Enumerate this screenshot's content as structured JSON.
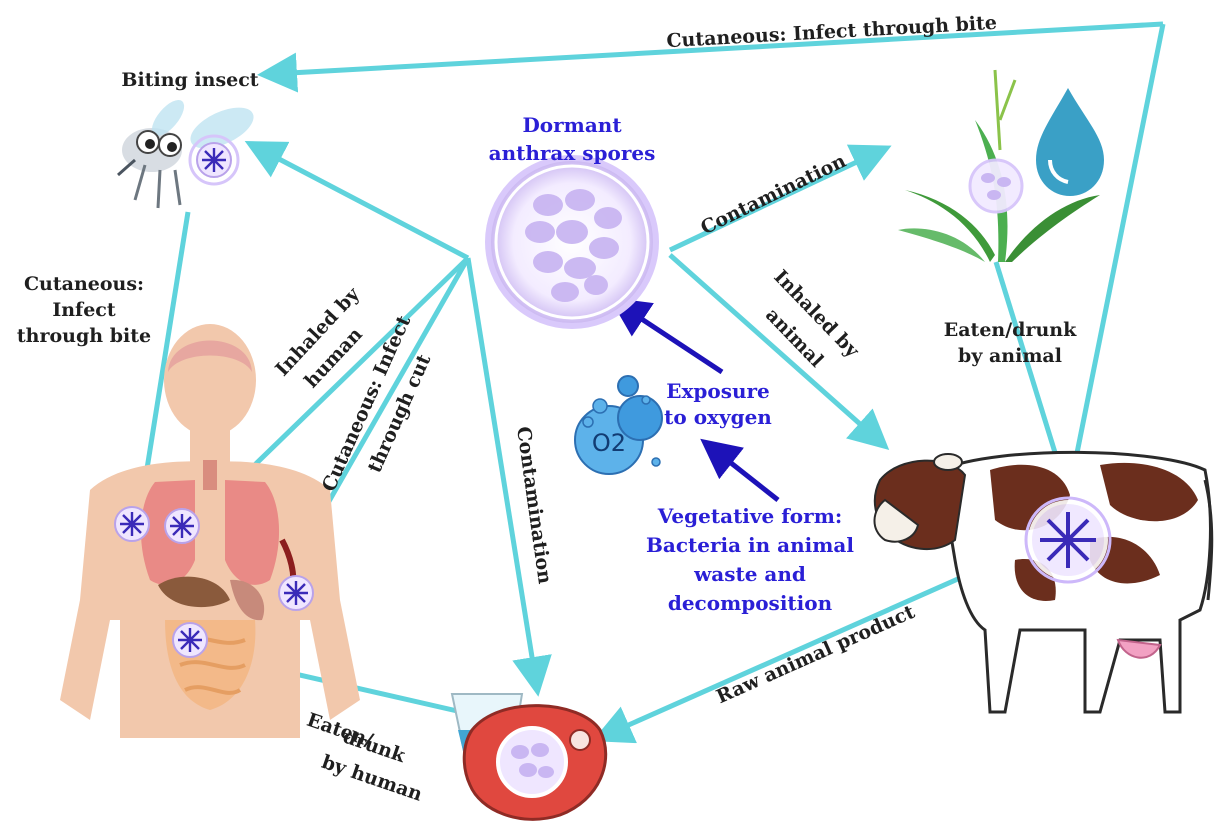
{
  "labels": {
    "biting_insect": "Biting insect",
    "cutaneous_bite_top": "Cutaneous: Infect through bite",
    "dormant_line1": "Dormant",
    "dormant_line2": "anthrax spores",
    "contamination_top": "Contamination",
    "cutaneous_left_line1": "Cutaneous:",
    "cutaneous_left_line2": "Infect",
    "cutaneous_left_line3": "through bite",
    "inhaled_human_line1": "Inhaled by",
    "inhaled_human_line2": "human",
    "cut_line1": "Cutaneous: Infect",
    "cut_line2": "through cut",
    "contamination_vertical": "Contamination",
    "inhaled_animal_line1": "Inhaled by",
    "inhaled_animal_line2": "animal",
    "eaten_animal_line1": "Eaten/drunk",
    "eaten_animal_line2": "by animal",
    "exposure_line1": "Exposure",
    "exposure_line2": "to oxygen",
    "o2": "O2",
    "veg_line1": "Vegetative form:",
    "veg_line2": "Bacteria in animal",
    "veg_line3": "waste and",
    "veg_line4": "decomposition",
    "raw_product": "Raw animal product",
    "eaten_human_line1": "Eaten/",
    "eaten_human_line2": "drunk",
    "eaten_human_line3": "by human"
  },
  "colors": {
    "cyan_arrow": "#5fd3dc",
    "navy_arrow": "#1d12b8",
    "blue_text": "#2a1fd6",
    "spore": "#c9b6f2"
  },
  "icons": [
    "mosquito-icon",
    "spore-icon",
    "grass-icon",
    "water-drop-icon",
    "oxygen-bubbles-icon",
    "human-body-icon",
    "cow-icon",
    "meat-icon",
    "glass-icon"
  ]
}
